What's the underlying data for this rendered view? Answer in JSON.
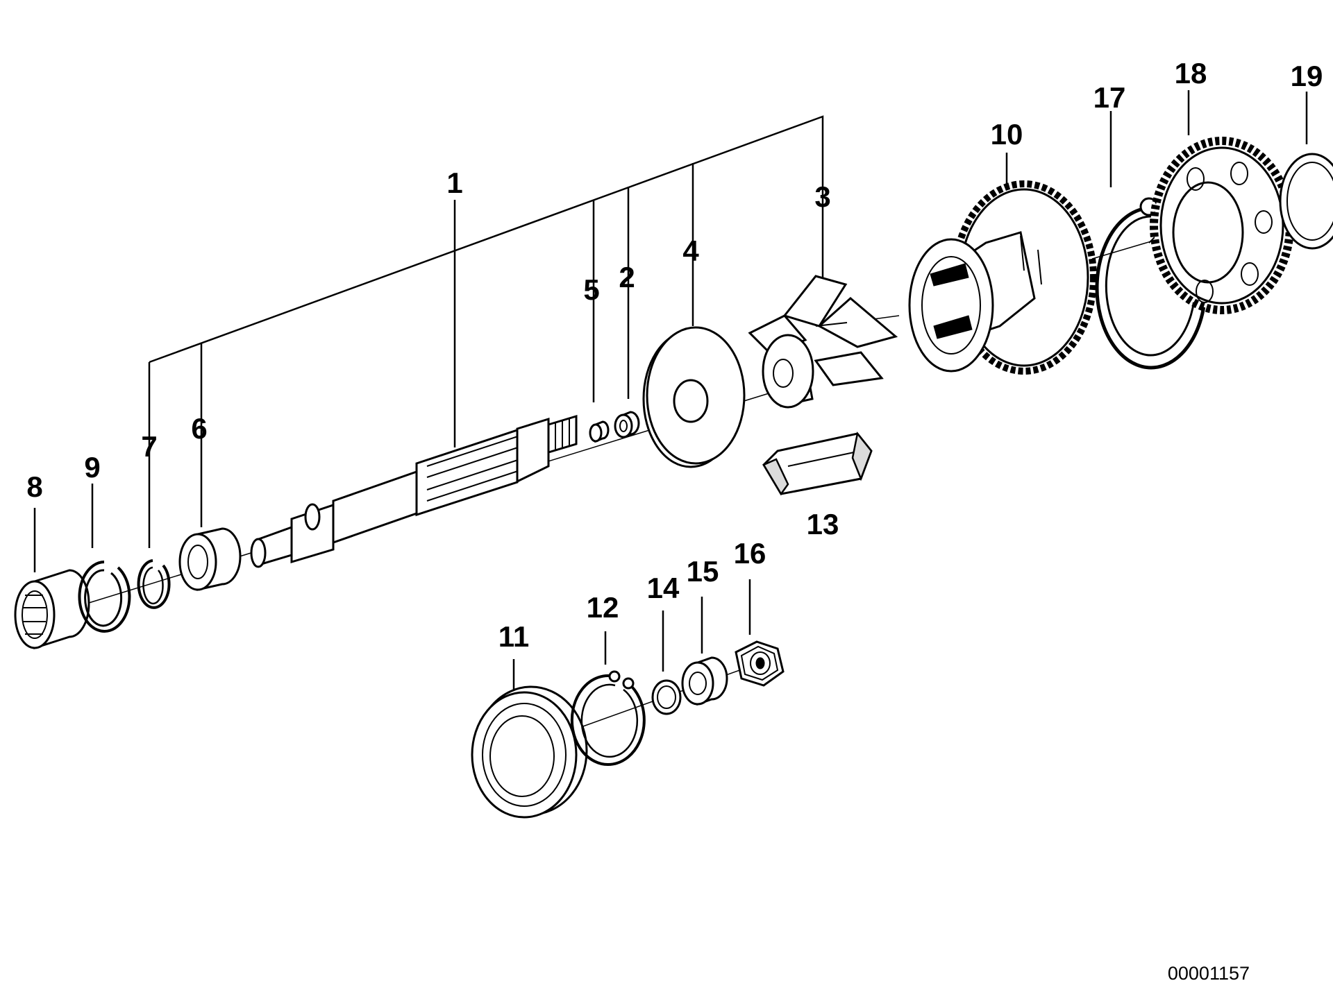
{
  "diagram": {
    "callouts": [
      {
        "id": "1",
        "label": "1"
      },
      {
        "id": "2",
        "label": "2"
      },
      {
        "id": "3",
        "label": "3"
      },
      {
        "id": "4",
        "label": "4"
      },
      {
        "id": "5",
        "label": "5"
      },
      {
        "id": "6",
        "label": "6"
      },
      {
        "id": "7",
        "label": "7"
      },
      {
        "id": "8",
        "label": "8"
      },
      {
        "id": "9",
        "label": "9"
      },
      {
        "id": "10",
        "label": "10"
      },
      {
        "id": "11",
        "label": "11"
      },
      {
        "id": "12",
        "label": "12"
      },
      {
        "id": "13",
        "label": "13"
      },
      {
        "id": "14",
        "label": "14"
      },
      {
        "id": "15",
        "label": "15"
      },
      {
        "id": "16",
        "label": "16"
      },
      {
        "id": "17",
        "label": "17"
      },
      {
        "id": "18",
        "label": "18"
      },
      {
        "id": "19",
        "label": "19"
      }
    ],
    "document_number": "00001157"
  }
}
